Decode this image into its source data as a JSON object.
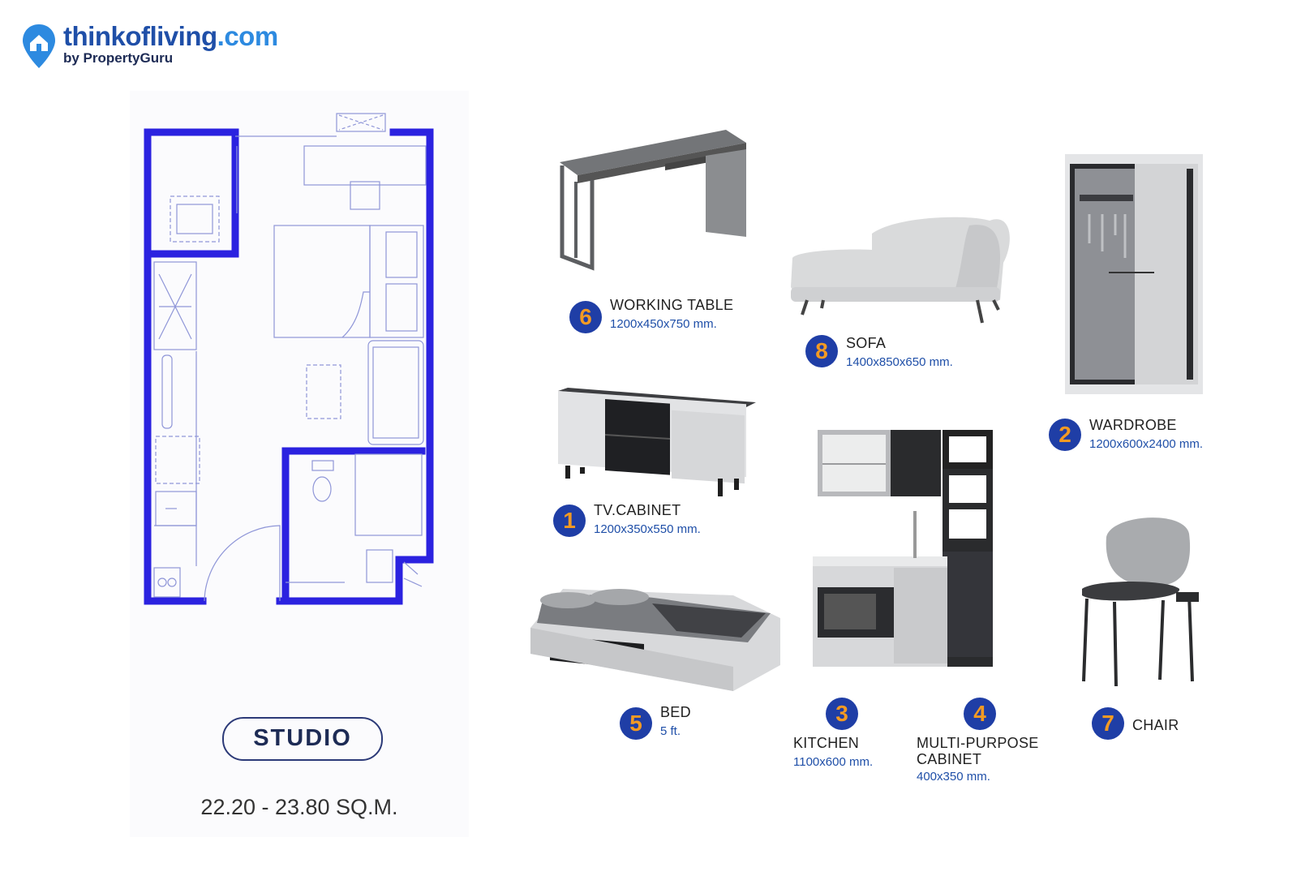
{
  "brand": {
    "name_primary": "thinkofliving",
    "name_suffix": ".com",
    "tagline": "by PropertyGuru"
  },
  "unit": {
    "type": "STUDIO",
    "area": "22.20 - 23.80 SQ.M."
  },
  "colors": {
    "wall": "#2b22e0",
    "number_badge": "#1f3ea6",
    "number_text": "#f39a23",
    "dimension_text": "#1f4fa8"
  },
  "furniture": [
    {
      "number": "6",
      "name": "WORKING TABLE",
      "size": "1200x450x750 mm."
    },
    {
      "number": "8",
      "name": "SOFA",
      "size": "1400x850x650 mm."
    },
    {
      "number": "2",
      "name": "WARDROBE",
      "size": "1200x600x2400 mm."
    },
    {
      "number": "1",
      "name": "TV.CABINET",
      "size": "1200x350x550 mm."
    },
    {
      "number": "5",
      "name": "BED",
      "size": "5 ft."
    },
    {
      "number": "3",
      "name": "KITCHEN",
      "size": "1100x600 mm."
    },
    {
      "number": "4",
      "name": "MULTI-PURPOSE CABINET",
      "size": "400x350 mm."
    },
    {
      "number": "7",
      "name": "CHAIR",
      "size": ""
    }
  ]
}
